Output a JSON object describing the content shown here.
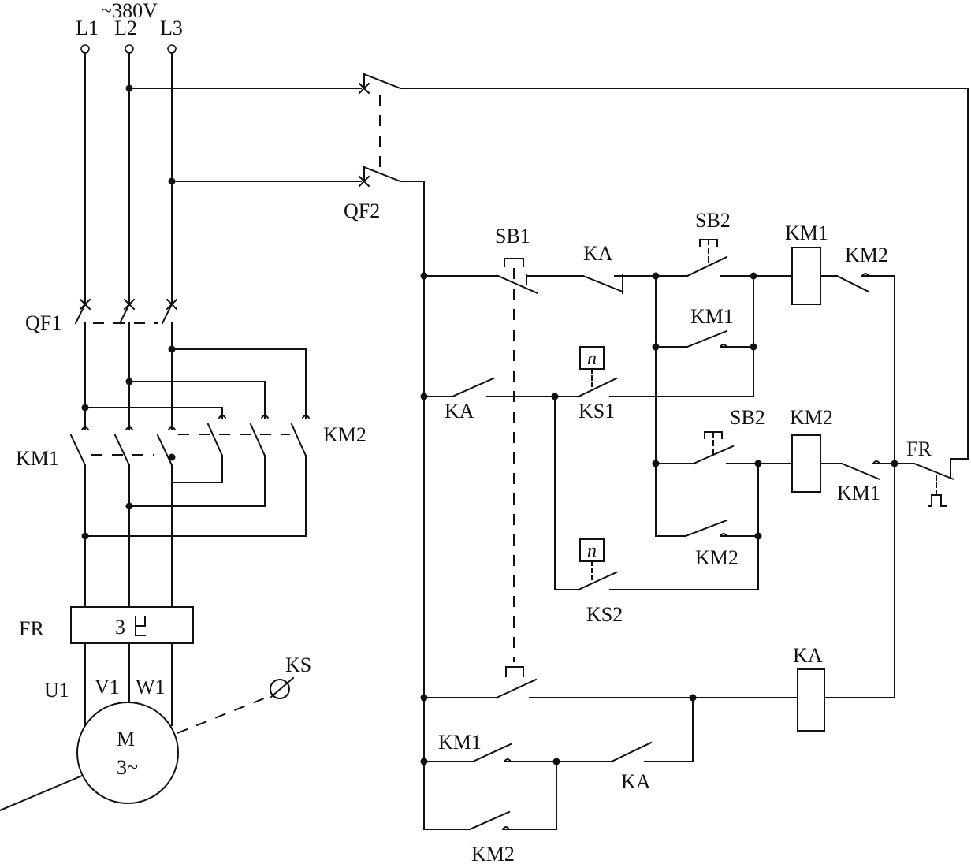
{
  "supply": {
    "voltage": "~380V",
    "phases": [
      "L1",
      "L2",
      "L3"
    ]
  },
  "main_circuit": {
    "breaker": "QF1",
    "forward_contactor": "KM1",
    "reverse_contactor": "KM2",
    "overload_relay": "FR",
    "overload_symbol": "3",
    "motor_terminals": [
      "U1",
      "V1",
      "W1"
    ],
    "motor_label": "M",
    "motor_phase": "3~",
    "speed_relay": "KS"
  },
  "control_circuit": {
    "breaker": "QF2",
    "stop_button": "SB1",
    "start_forward_button": "SB2",
    "start_reverse_button": "SB2",
    "relay_contact_top": "KA",
    "km1_coil": "KM1",
    "km2_interlock_top": "KM2",
    "km1_hold": "KM1",
    "ka_contact_mid": "KA",
    "ks1_contact": "KS1",
    "ks1_symbol": "n",
    "km2_coil": "KM2",
    "km1_interlock_mid": "KM1",
    "km2_hold": "KM2",
    "ks2_contact": "KS2",
    "ks2_symbol": "n",
    "overload_contact": "FR",
    "ka_coil": "KA",
    "km1_contact_bottom": "KM1",
    "ka_contact_bottom": "KA",
    "km2_contact_bottom": "KM2"
  }
}
